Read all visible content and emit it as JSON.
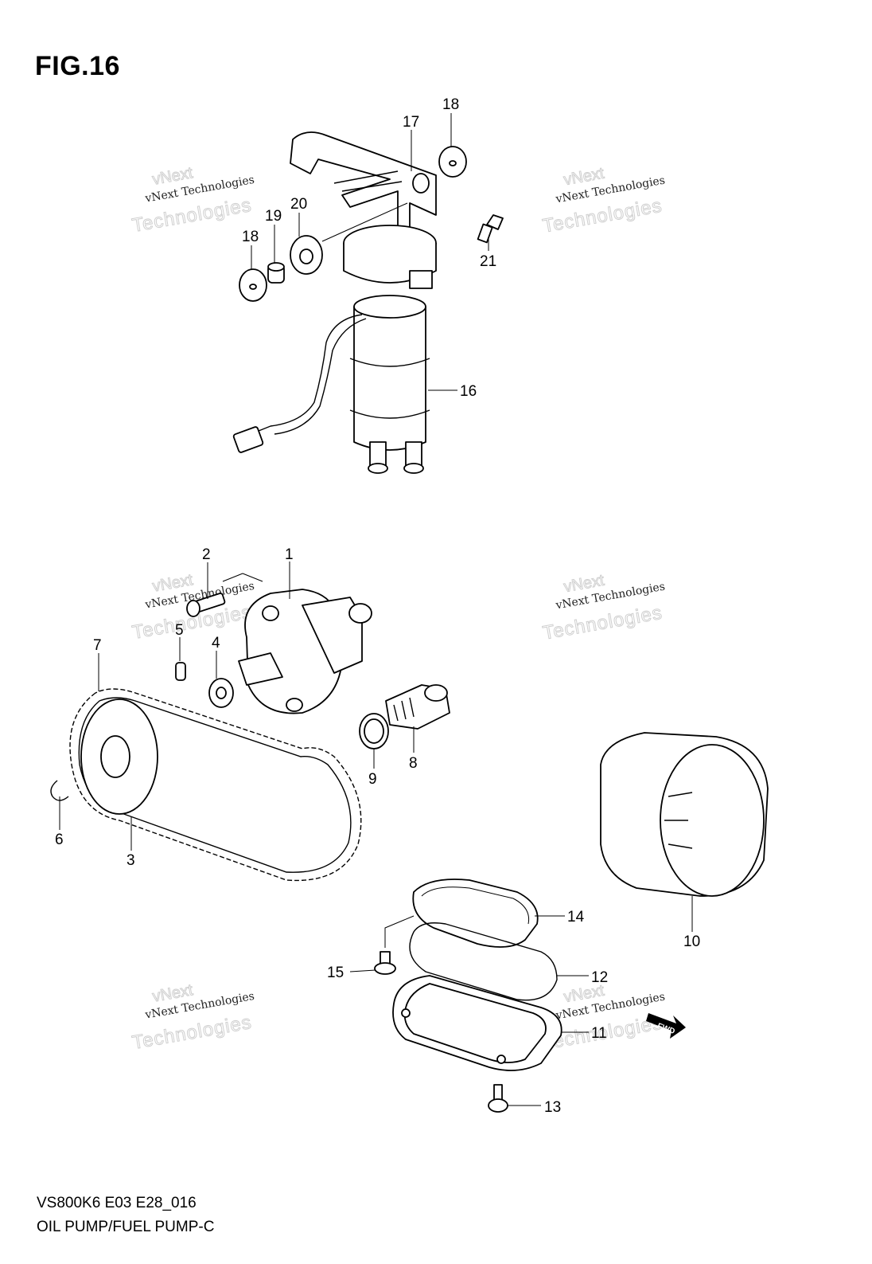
{
  "figure": {
    "title": "FIG.16"
  },
  "footer": {
    "code": "VS800K6 E03 E28_016",
    "name": "OIL PUMP/FUEL PUMP-C"
  },
  "watermark": {
    "line1": "vNext",
    "line2": "vNext Technologies",
    "line3": "Technologies"
  },
  "callouts": {
    "c1": "1",
    "c2": "2",
    "c3": "3",
    "c4": "4",
    "c5": "5",
    "c6": "6",
    "c7": "7",
    "c8": "8",
    "c9": "9",
    "c10": "10",
    "c11": "11",
    "c12": "12",
    "c13": "13",
    "c14": "14",
    "c15": "15",
    "c16": "16",
    "c17": "17",
    "c18a": "18",
    "c18b": "18",
    "c19": "19",
    "c20": "20",
    "c21": "21"
  },
  "fwd_label": "FWD"
}
